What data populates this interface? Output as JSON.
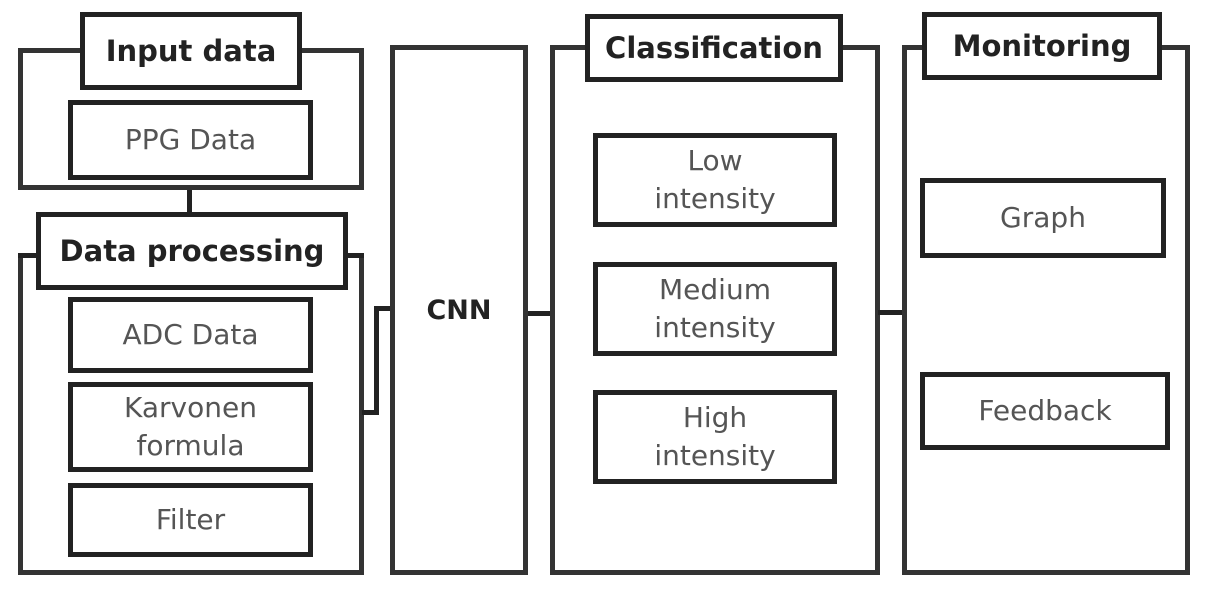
{
  "diagram": {
    "input": {
      "title": "Input data",
      "items": [
        "PPG Data"
      ]
    },
    "processing": {
      "title": "Data processing",
      "items": [
        "ADC Data",
        "Karvonen formula",
        "Filter"
      ]
    },
    "model": {
      "label": "CNN"
    },
    "classification": {
      "title": "Classification",
      "items": [
        "Low intensity",
        "Medium intensity",
        "High intensity"
      ]
    },
    "monitoring": {
      "title": "Monitoring",
      "items": [
        "Graph",
        "Feedback"
      ]
    }
  }
}
